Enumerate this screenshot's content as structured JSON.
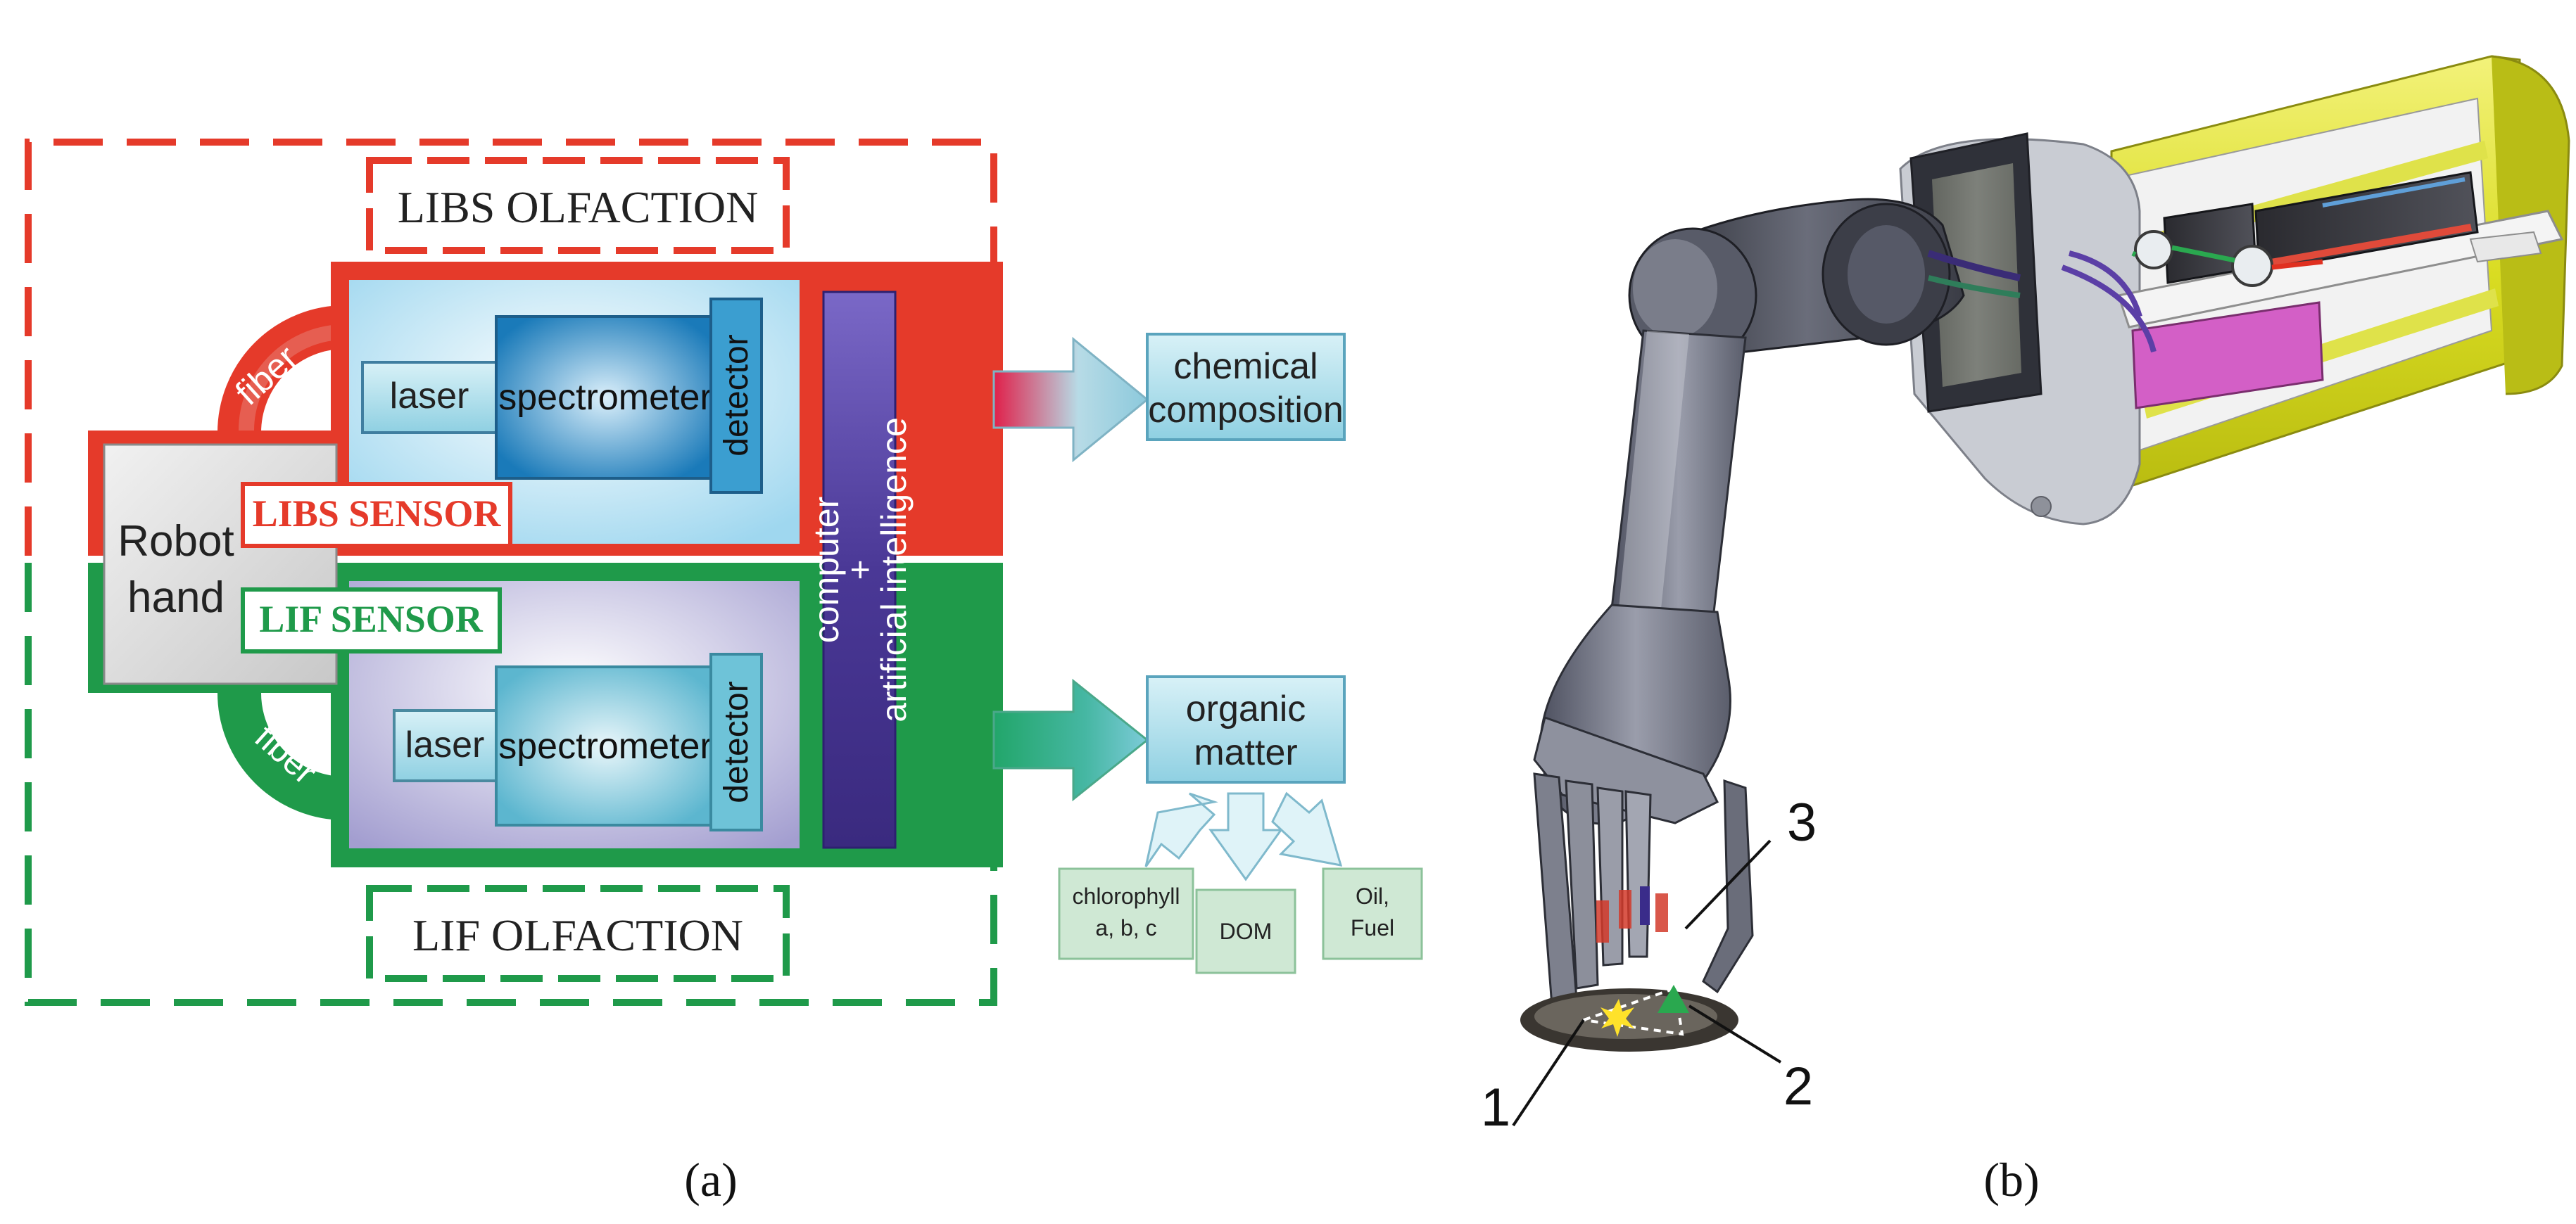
{
  "panel_a": {
    "libs_olfaction": "LIBS OLFACTION",
    "lif_olfaction": "LIF OLFACTION",
    "libs_sensor": "LIBS SENSOR",
    "lif_sensor": "LIF SENSOR",
    "robot_hand_line1": "Robot",
    "robot_hand_line2": "hand",
    "fiber_top": "fiber",
    "fiber_bottom": "fiber",
    "laser_top": "laser",
    "laser_bottom": "laser",
    "spectrometer_top": "spectrometer",
    "spectrometer_bottom": "spectrometer",
    "detector_top": "detector",
    "detector_bottom": "detector",
    "computer_line1": "computer",
    "computer_line2": "+",
    "computer_line3": "artificial intelligence",
    "chemical_line1": "chemical",
    "chemical_line2": "composition",
    "organic_line1": "organic",
    "organic_line2": "matter",
    "chlorophyll_line1": "chlorophyll",
    "chlorophyll_line2": "a, b, c",
    "dom": "DOM",
    "oil_line1": "Oil,",
    "oil_line2": "Fuel"
  },
  "panel_b": {
    "label_1": "1",
    "label_2": "2",
    "label_3": "3"
  },
  "captions": {
    "a": "(a)",
    "b": "(b)"
  },
  "colors": {
    "libs_red": "#e53a2a",
    "lif_green": "#1f9a4a",
    "computer_purple": "#4b3592",
    "box_cyan": "#9fd9e6",
    "green_box": "#cfe8d4",
    "robot_gray": "#6f7280",
    "housing_yellow": "#e8ea3a"
  }
}
